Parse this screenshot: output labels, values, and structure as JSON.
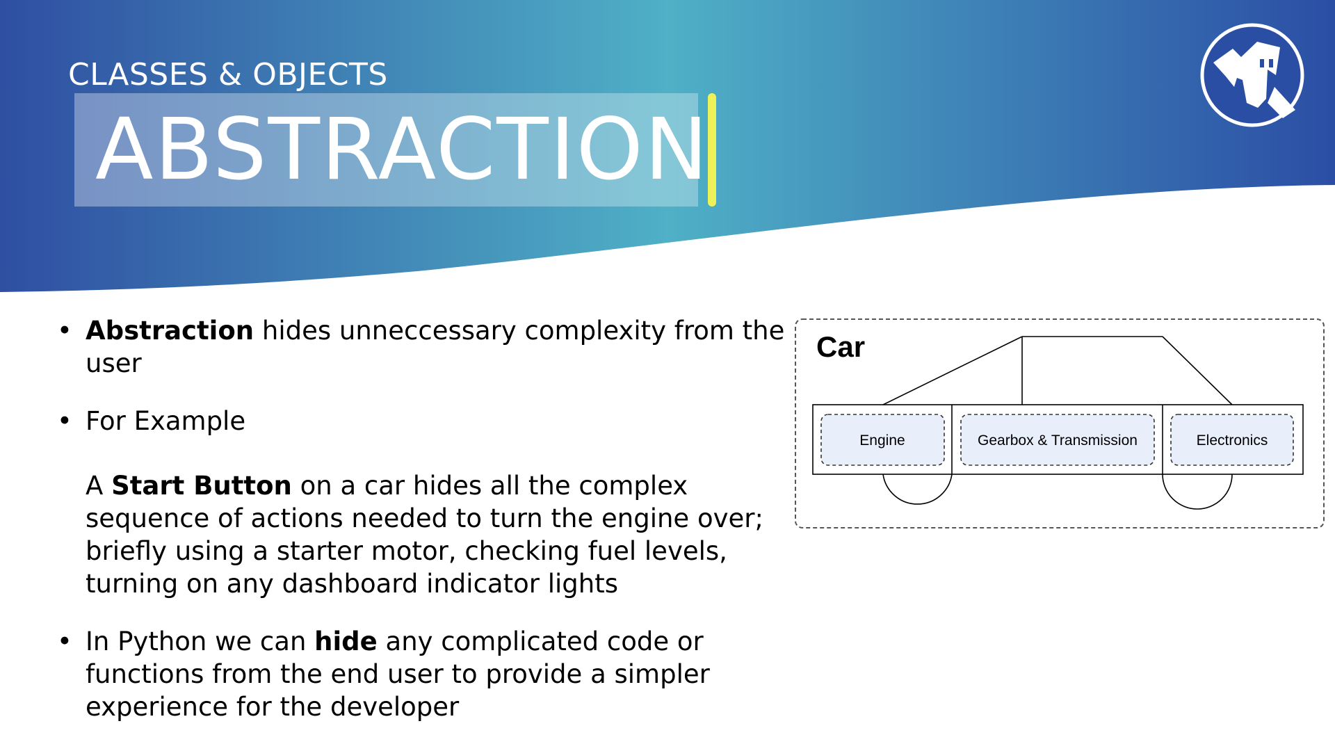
{
  "header": {
    "subtitle": "CLASSES & OBJECTS",
    "title": "ABSTRACTION"
  },
  "colors": {
    "header_left": "#2f4fa2",
    "header_mid": "#4fb0c6",
    "header_right": "#2b4ea5",
    "accent": "#eef25a",
    "box_fill": "#e8effb"
  },
  "logo": {
    "icon": "school-crest-icon"
  },
  "bullets": [
    {
      "bold": "Abstraction",
      "text": " hides unneccessary complexity from the user"
    },
    {
      "heading": "For Example",
      "example_pre": "A ",
      "example_bold": "Start Button",
      "example_post": " on a car hides all the complex sequence of actions needed to turn the engine over; briefly using a starter motor, checking fuel levels, turning on any dashboard indicator lights"
    },
    {
      "pre": "In Python we can ",
      "bold": "hide",
      "post": " any complicated code or functions from the end user to provide a simpler experience for the developer"
    }
  ],
  "diagram": {
    "label": "Car",
    "components": [
      "Engine",
      "Gearbox & Transmission",
      "Electronics"
    ]
  }
}
